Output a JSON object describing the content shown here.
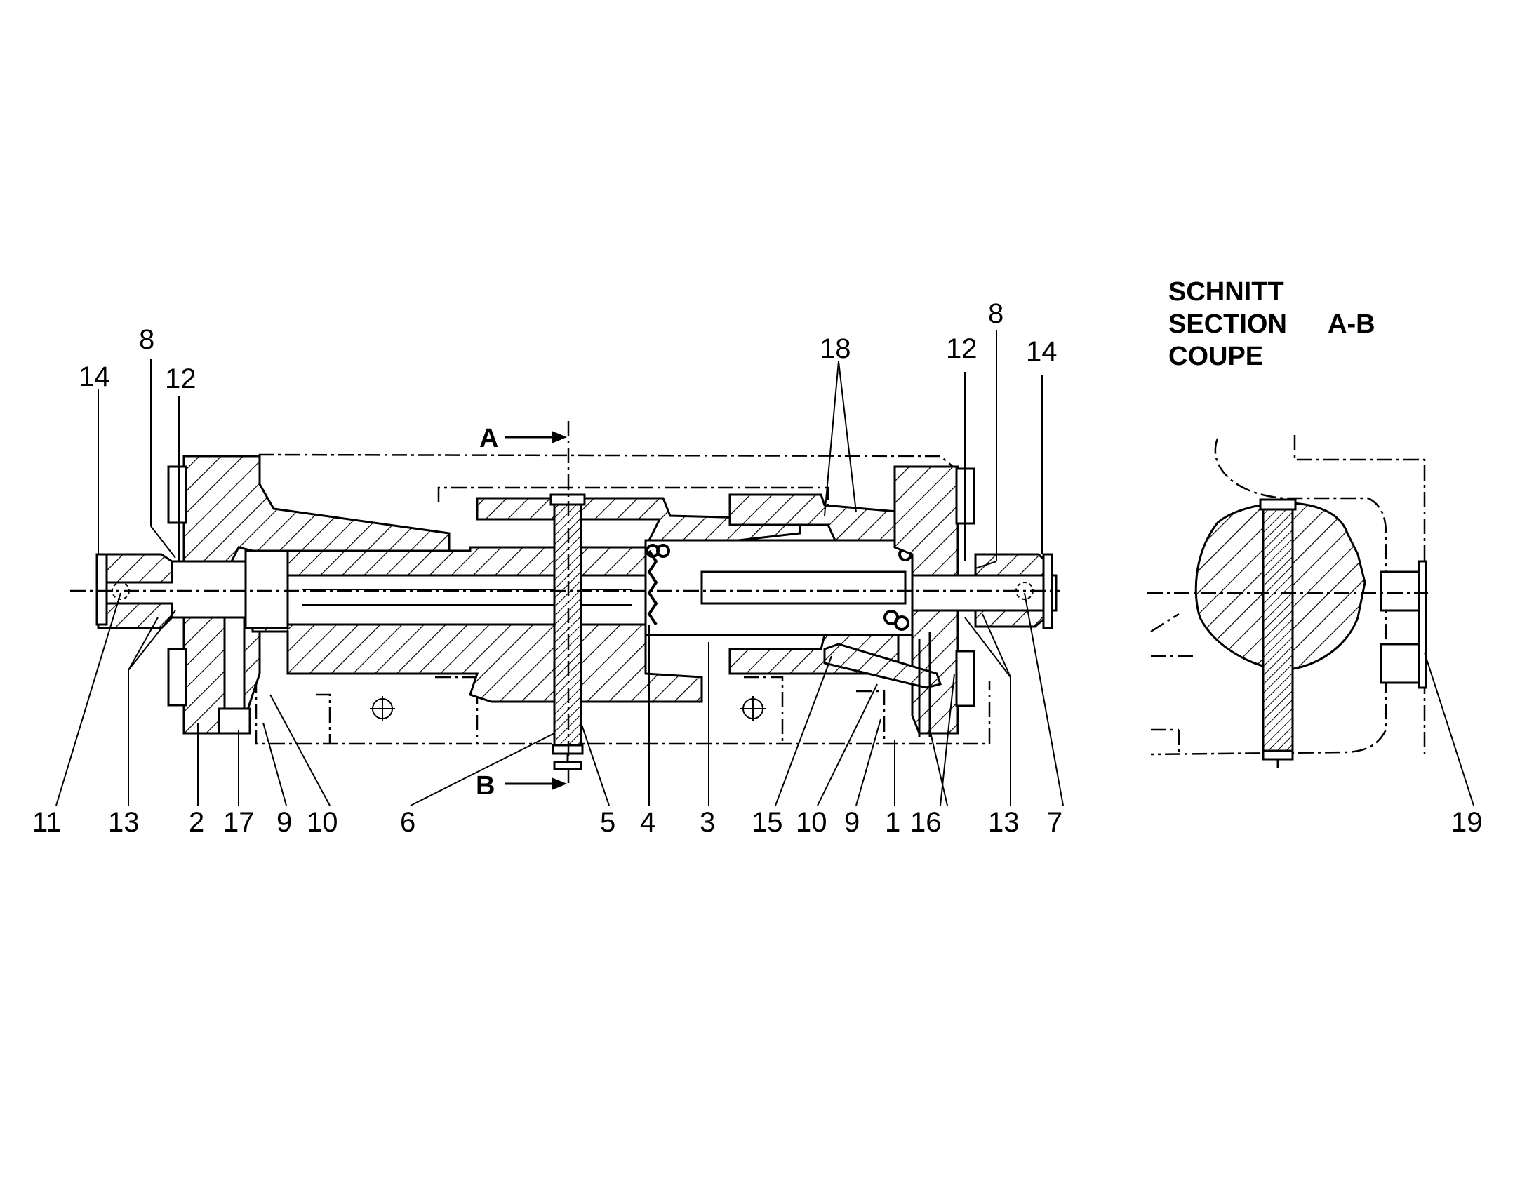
{
  "section_title": {
    "line1": "SCHNITT",
    "line2": "SECTION",
    "line3": "COUPE",
    "section_id": "A-B"
  },
  "cut_markers": {
    "a": "A",
    "b": "B"
  },
  "callouts": [
    {
      "id": "c-top-14-left",
      "label": "14"
    },
    {
      "id": "c-top-8-left",
      "label": "8"
    },
    {
      "id": "c-top-12-left",
      "label": "12"
    },
    {
      "id": "c-top-18",
      "label": "18"
    },
    {
      "id": "c-top-12-right",
      "label": "12"
    },
    {
      "id": "c-top-8-right",
      "label": "8"
    },
    {
      "id": "c-top-14-right",
      "label": "14"
    },
    {
      "id": "c-bot-11",
      "label": "11"
    },
    {
      "id": "c-bot-13-left",
      "label": "13"
    },
    {
      "id": "c-bot-2",
      "label": "2"
    },
    {
      "id": "c-bot-17",
      "label": "17"
    },
    {
      "id": "c-bot-9-left",
      "label": "9"
    },
    {
      "id": "c-bot-10-left",
      "label": "10"
    },
    {
      "id": "c-bot-6",
      "label": "6"
    },
    {
      "id": "c-bot-5",
      "label": "5"
    },
    {
      "id": "c-bot-4",
      "label": "4"
    },
    {
      "id": "c-bot-3",
      "label": "3"
    },
    {
      "id": "c-bot-15",
      "label": "15"
    },
    {
      "id": "c-bot-10-right",
      "label": "10"
    },
    {
      "id": "c-bot-9-right",
      "label": "9"
    },
    {
      "id": "c-bot-1",
      "label": "1"
    },
    {
      "id": "c-bot-16",
      "label": "16"
    },
    {
      "id": "c-bot-13-right",
      "label": "13"
    },
    {
      "id": "c-bot-7",
      "label": "7"
    },
    {
      "id": "c-bot-19",
      "label": "19"
    }
  ]
}
